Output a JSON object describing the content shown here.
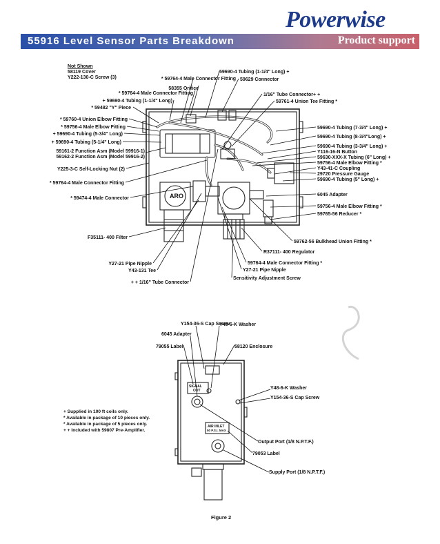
{
  "header": {
    "brand": "Powerwise",
    "title": "55916 Level Sensor Parts Breakdown",
    "subtitle": "Product support"
  },
  "not_shown": {
    "heading": "Not Shown",
    "line1": "58119 Cover",
    "line2": "Y222-130-C Screw (3)"
  },
  "upper_labels": {
    "l1": "* 59764-4 Male Connector Fitting",
    "l2": "58355 Orifice",
    "l3": "* 59764-4 Male Connector Fitting",
    "l4": "+ 59690-4 Tubing (1-1/4\" Long)",
    "l5": "* 59482 \"Y\" Piece",
    "l6": "* 59760-4 Union Elbow Fitting",
    "l7": "* 59756-4 Male Elbow Fitting",
    "l8": "+ 59690-4 Tubing (5-3/4\" Long)",
    "l9": "+ 59690-4 Tubing (5-1/4\" Long)",
    "l10": "59161-2 Function Asm (Model 59916-1)",
    "l11": "59162-2 Function Asm (Model 59916-2)",
    "l12": "Y225-3-C Self-Locking Nut (2)",
    "l13": "* 59764-4 Male Connector Fitting",
    "l14": "* 59474-4 Male Connector",
    "l15": "F35111- 400 Filter",
    "l16": "Y27-21 Pipe Nipple",
    "l17": "Y43-131 Tee",
    "l18": "+ + 1/16\" Tube Connector",
    "r1": "59690-4 Tubing (1-1/4\" Long) +",
    "r2": "59629 Connector",
    "r3": "1/16\" Tube Connector+ +",
    "r4": "59761-4 Union Tee Fitting *",
    "r5": "59690-4 Tubing (7-3/4\" Long) +",
    "r6": "59690-4 Tubing (8-3/4\"Long) +",
    "r7": "59690-4 Tubing (3-3/4\" Long) +",
    "r8": "Y116-16-N Button",
    "r9": "59630-XXX-X Tubing (6\" Long) +",
    "r10": "59756-4 Male Elbow Fitting *",
    "r11": "Y43-41-C Coupling",
    "r12": "29720 Pressure Gauge",
    "r13": "59690-4 Tubing (5\" Long) +",
    "r14": "6045 Adapter",
    "r15": "59756-4 Male Elbow Fitting *",
    "r16": "59765-56 Reducer *",
    "r17": "59762-56 Bulkhead Union Fitting *",
    "r18": "R37111- 400 Regulator",
    "r19": "59764-4 Male Connector Fitting *",
    "r20": "Y27-21 Pipe Nipple",
    "r21": "Sensitivity Adjustment Screw"
  },
  "lower_labels": {
    "a1": "Y154-36-S Cap Screw",
    "a2": "Y48-6-K Washer",
    "a3": "6045 Adapter",
    "a4": "58120 Enclosure",
    "a5": "79055 Label",
    "a6": "Y48-6-K Washer",
    "a7": "Y154-36-S Cap Screw",
    "a8": "Output Port (1/8 N.P.T.F.)",
    "a9": "79053 Label",
    "a10": "Supply Port (1/8 N.P.T.F.)",
    "plate1_l1": "SIGNAL",
    "plate1_l2": "OUT",
    "plate2_l1": "AIR INLET",
    "plate2_l2": "50 P.S.I. MAX"
  },
  "legend": {
    "n1": "+   Supplied in 100 ft coils only.",
    "n2": "*   Available in package of 10 pieces only.",
    "n3": "*   Available in package of 5 pieces only.",
    "n4": "+ + Included with 59807 Pre-Amplifier."
  },
  "figure_caption": "Figure 2",
  "colors": {
    "brand": "#1e3a8a",
    "banner_start": "#2a4fa8",
    "banner_end": "#c8606a"
  }
}
